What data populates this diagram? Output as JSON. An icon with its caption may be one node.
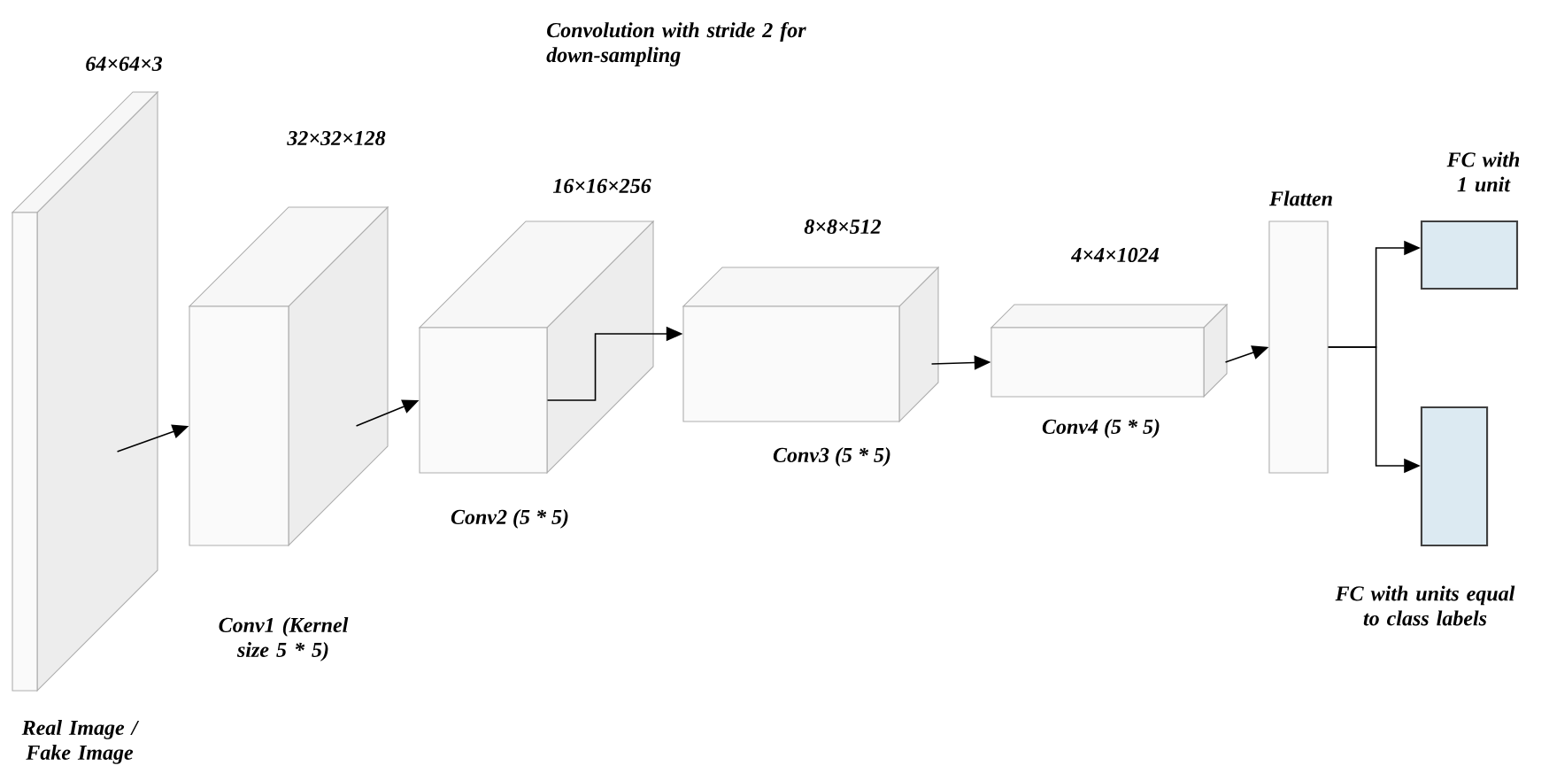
{
  "diagram": {
    "nodes": [
      {
        "text": [
          "64×64×3",
          "Real Image / Fake Image"
        ]
      },
      {
        "text": [
          "32×32×128",
          "Conv1 (Kernel size 5 * 5)"
        ]
      },
      {
        "text": [
          "16×16×256",
          "Conv2 (5 * 5)"
        ]
      },
      {
        "text": [
          "8×8×512",
          "Conv3 (5 * 5)"
        ]
      },
      {
        "text": [
          "4×4×1024",
          "Conv4 (5 * 5)"
        ]
      },
      {
        "text": [
          "Flatten"
        ]
      },
      {
        "text": [
          "FC with 1 unit"
        ]
      },
      {
        "text": [
          "FC with units equal to class labels"
        ]
      }
    ],
    "edges": [
      {
        "from": 0,
        "to": 1,
        "arrow": "to"
      },
      {
        "from": 1,
        "to": 2,
        "arrow": "to"
      },
      {
        "from": 2,
        "to": 3,
        "arrow": "to"
      },
      {
        "from": 3,
        "to": 4,
        "arrow": "to"
      },
      {
        "from": 4,
        "to": 5,
        "arrow": "to"
      },
      {
        "from": 5,
        "to": 6,
        "arrow": "to"
      },
      {
        "from": 5,
        "to": 7,
        "arrow": "to"
      }
    ],
    "labels": [
      "Convolution with stride 2 for down-sampling"
    ]
  }
}
